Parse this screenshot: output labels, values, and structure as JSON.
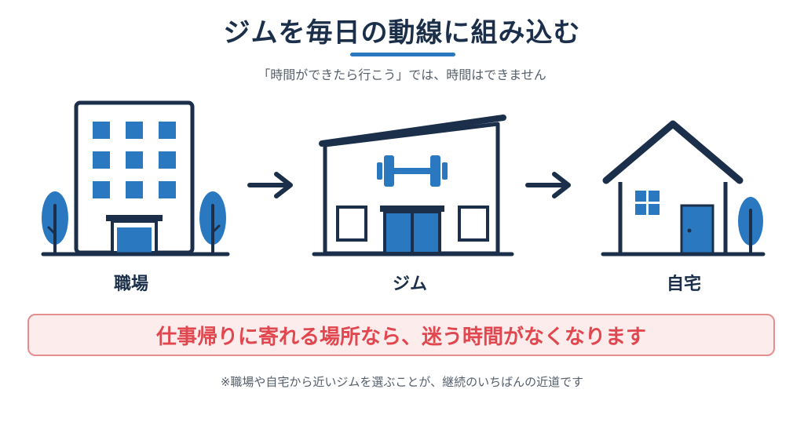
{
  "title": "ジムを毎日の動線に組み込む",
  "subtitle": "「時間ができたら行こう」では、時間はできません",
  "stages": [
    {
      "label": "職場",
      "icon": "office-building-icon"
    },
    {
      "label": "ジム",
      "icon": "gym-building-icon"
    },
    {
      "label": "自宅",
      "icon": "house-icon"
    }
  ],
  "callout": "仕事帰りに寄れる場所なら、迷う時間がなくなります",
  "footnote": "※職場や自宅から近いジムを選ぶことが、継続のいちばんの近道です",
  "colors": {
    "navy": "#1b2f4a",
    "blue": "#2a78c0",
    "callout_bg": "#fdecec",
    "callout_border": "#e58e8e",
    "callout_text": "#e0474f"
  }
}
